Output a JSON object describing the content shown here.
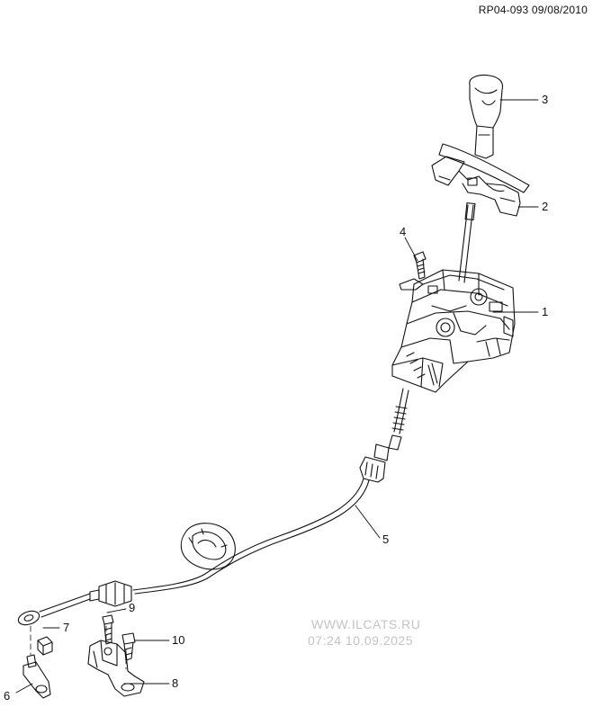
{
  "header": {
    "doc_code": "RP04-093 09/08/2010"
  },
  "callouts": {
    "c1": "1",
    "c2": "2",
    "c3": "3",
    "c4": "4",
    "c5": "5",
    "c6": "6",
    "c7": "7",
    "c8": "8",
    "c9": "9",
    "c10": "10"
  },
  "watermark": {
    "line1": "WWW.ILCATS.RU",
    "line2": "07:24 10.09.2025"
  },
  "colors": {
    "line": "#111111",
    "watermark": "#c4c4c4"
  }
}
